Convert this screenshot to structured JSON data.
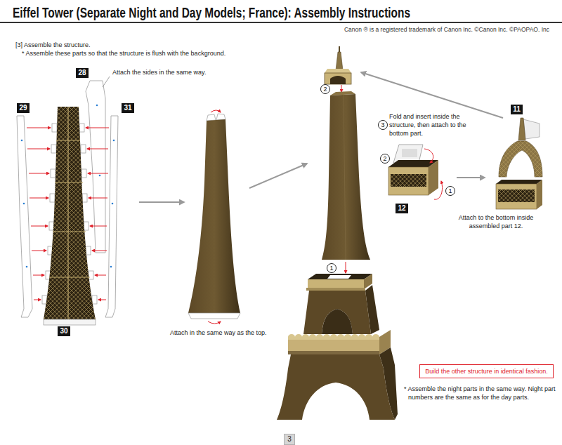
{
  "diagram": {
    "title": "Eiffel Tower (Separate Night and Day Models; France): Assembly Instructions",
    "nodes": [
      {
        "text": [
          "28"
        ]
      },
      {
        "text": [
          "29"
        ]
      },
      {
        "text": [
          "31"
        ]
      },
      {
        "text": [
          "30"
        ]
      },
      {
        "text": [
          "2"
        ]
      },
      {
        "text": [
          "1"
        ]
      },
      {
        "text": [
          "3"
        ]
      },
      {
        "text": [
          "2"
        ]
      },
      {
        "text": [
          "1"
        ]
      },
      {
        "text": [
          "12"
        ]
      },
      {
        "text": [
          "11"
        ]
      },
      {
        "text": [
          "Build the other structure in identical fashion."
        ]
      },
      {
        "text": [
          "3"
        ]
      }
    ],
    "labels": [
      "Canon ® is a registered trademark of Canon Inc. ©Canon Inc. ©PAOPAO. Inc",
      "[3] Assemble the structure.",
      "* Assemble these parts so that the structure is flush with the background.",
      "Attach the sides in the same way.",
      "Attach in the same way as the top.",
      "Fold and insert inside the structure, then attach to the bottom part.",
      "Attach to the bottom inside assembled part 12.",
      "* Assemble the night parts in the same way. Night part numbers are the same as for the day parts."
    ]
  }
}
